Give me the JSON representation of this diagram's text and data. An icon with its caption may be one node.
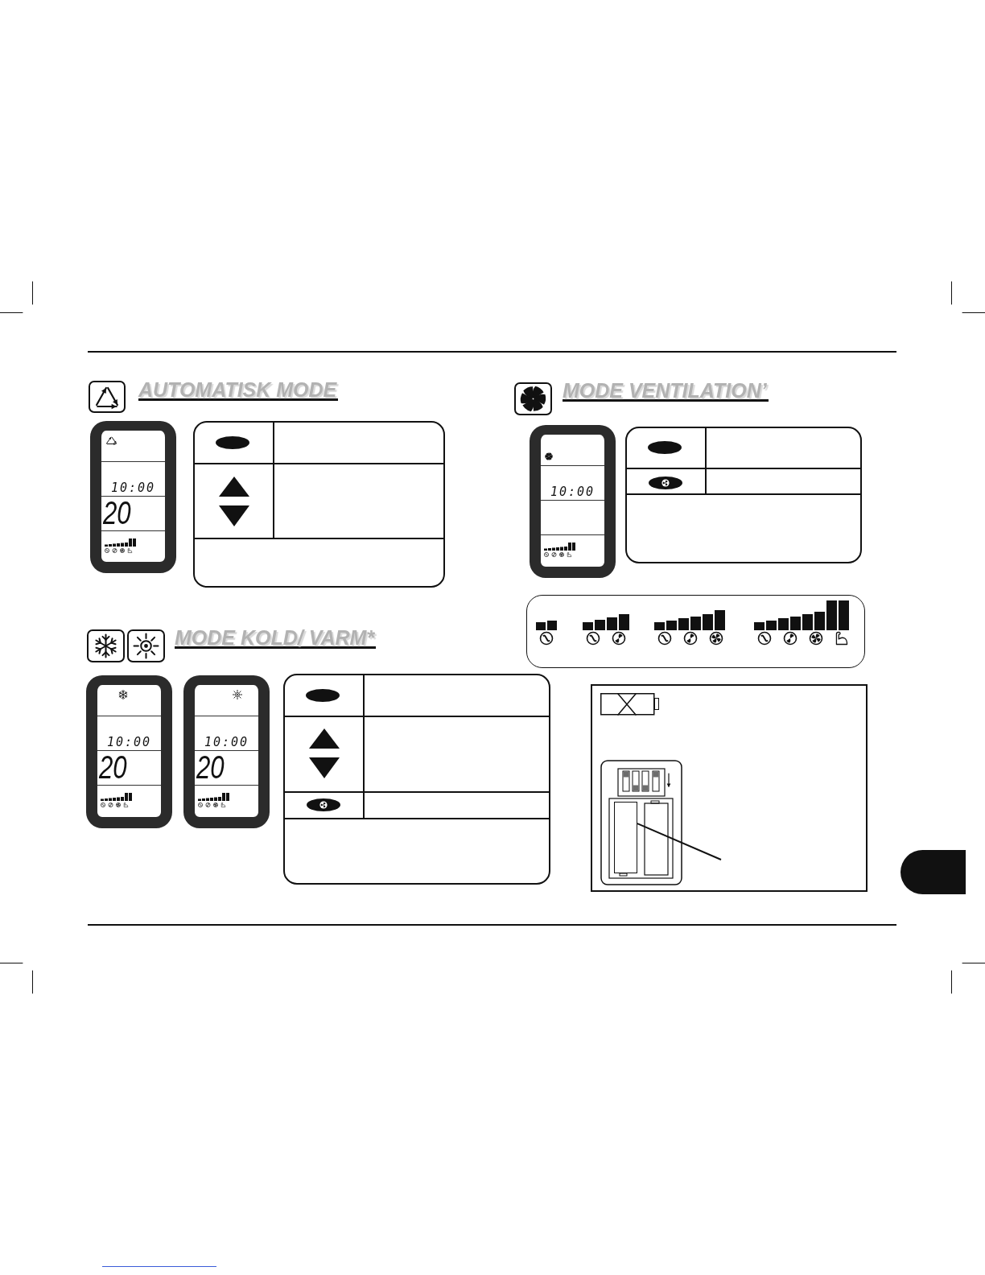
{
  "diagram": {
    "nodes": [
      {
        "text": [
          "10:00",
          "20"
        ]
      },
      {
        "text": [
          "10:00"
        ]
      },
      {
        "text": [
          "10:00",
          "20"
        ]
      },
      {
        "text": [
          "10:00",
          "20"
        ]
      },
      {
        "text": [],
        "shape": "box"
      }
    ],
    "edges": [
      {
        "from": null,
        "to": 4,
        "arrow": "none"
      }
    ],
    "labels": [
      "AUTOMATISK MODE",
      "MODE VENTILATION’",
      "MODE KOLD/ VARM*"
    ]
  }
}
